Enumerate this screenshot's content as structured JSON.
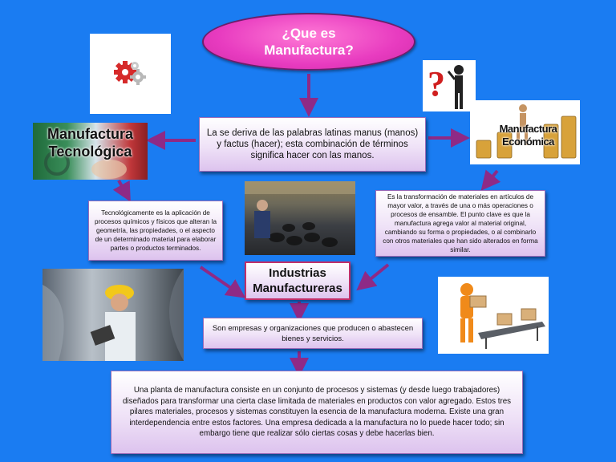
{
  "title": "¿Que es Manufactura?",
  "definition": "La se deriva de las palabras latinas manus (manos) y factus (hacer); esta combinación de términos significa hacer con las manos.",
  "tecnologica": {
    "label": "Manufactura Tecnológica",
    "text": "Tecnológicamente es la aplicación de procesos químicos y físicos que alteran la geometría, las propiedades, o el aspecto de un determinado material para elaborar partes o productos terminados."
  },
  "economica": {
    "label": "Manufactura Económica",
    "text": "Es la transformación de materiales en artículos de mayor valor, a través de una o más operaciones o procesos de ensamble. El punto clave es que la manufactura agrega valor al material original, cambiando su forma o propiedades, o al combinarlo con otros materiales que han sido alterados en forma similar."
  },
  "industrias": {
    "label": "Industrias Manufactureras",
    "text": "Son empresas y organizaciones que producen o abastecen bienes y servicios."
  },
  "planta_text": "Una planta de manufactura consiste en un conjunto de procesos y sistemas (y desde luego trabajadores) diseñados para transformar una cierta clase limitada de materiales en productos con valor agregado. Estos tres pilares materiales, procesos y sistemas constituyen la esencia de la manufactura moderna. Existe una gran interdependencia entre estos factores. Una empresa dedicada a la manufactura no lo puede hacer todo; sin embargo tiene que realizar sólo ciertas cosas y debe hacerlas bien.",
  "colors": {
    "background": "#1a7cf2",
    "title_fill": "#e83cc0",
    "arrow": "#8e2a86",
    "box_border": "#9b6bb8"
  }
}
